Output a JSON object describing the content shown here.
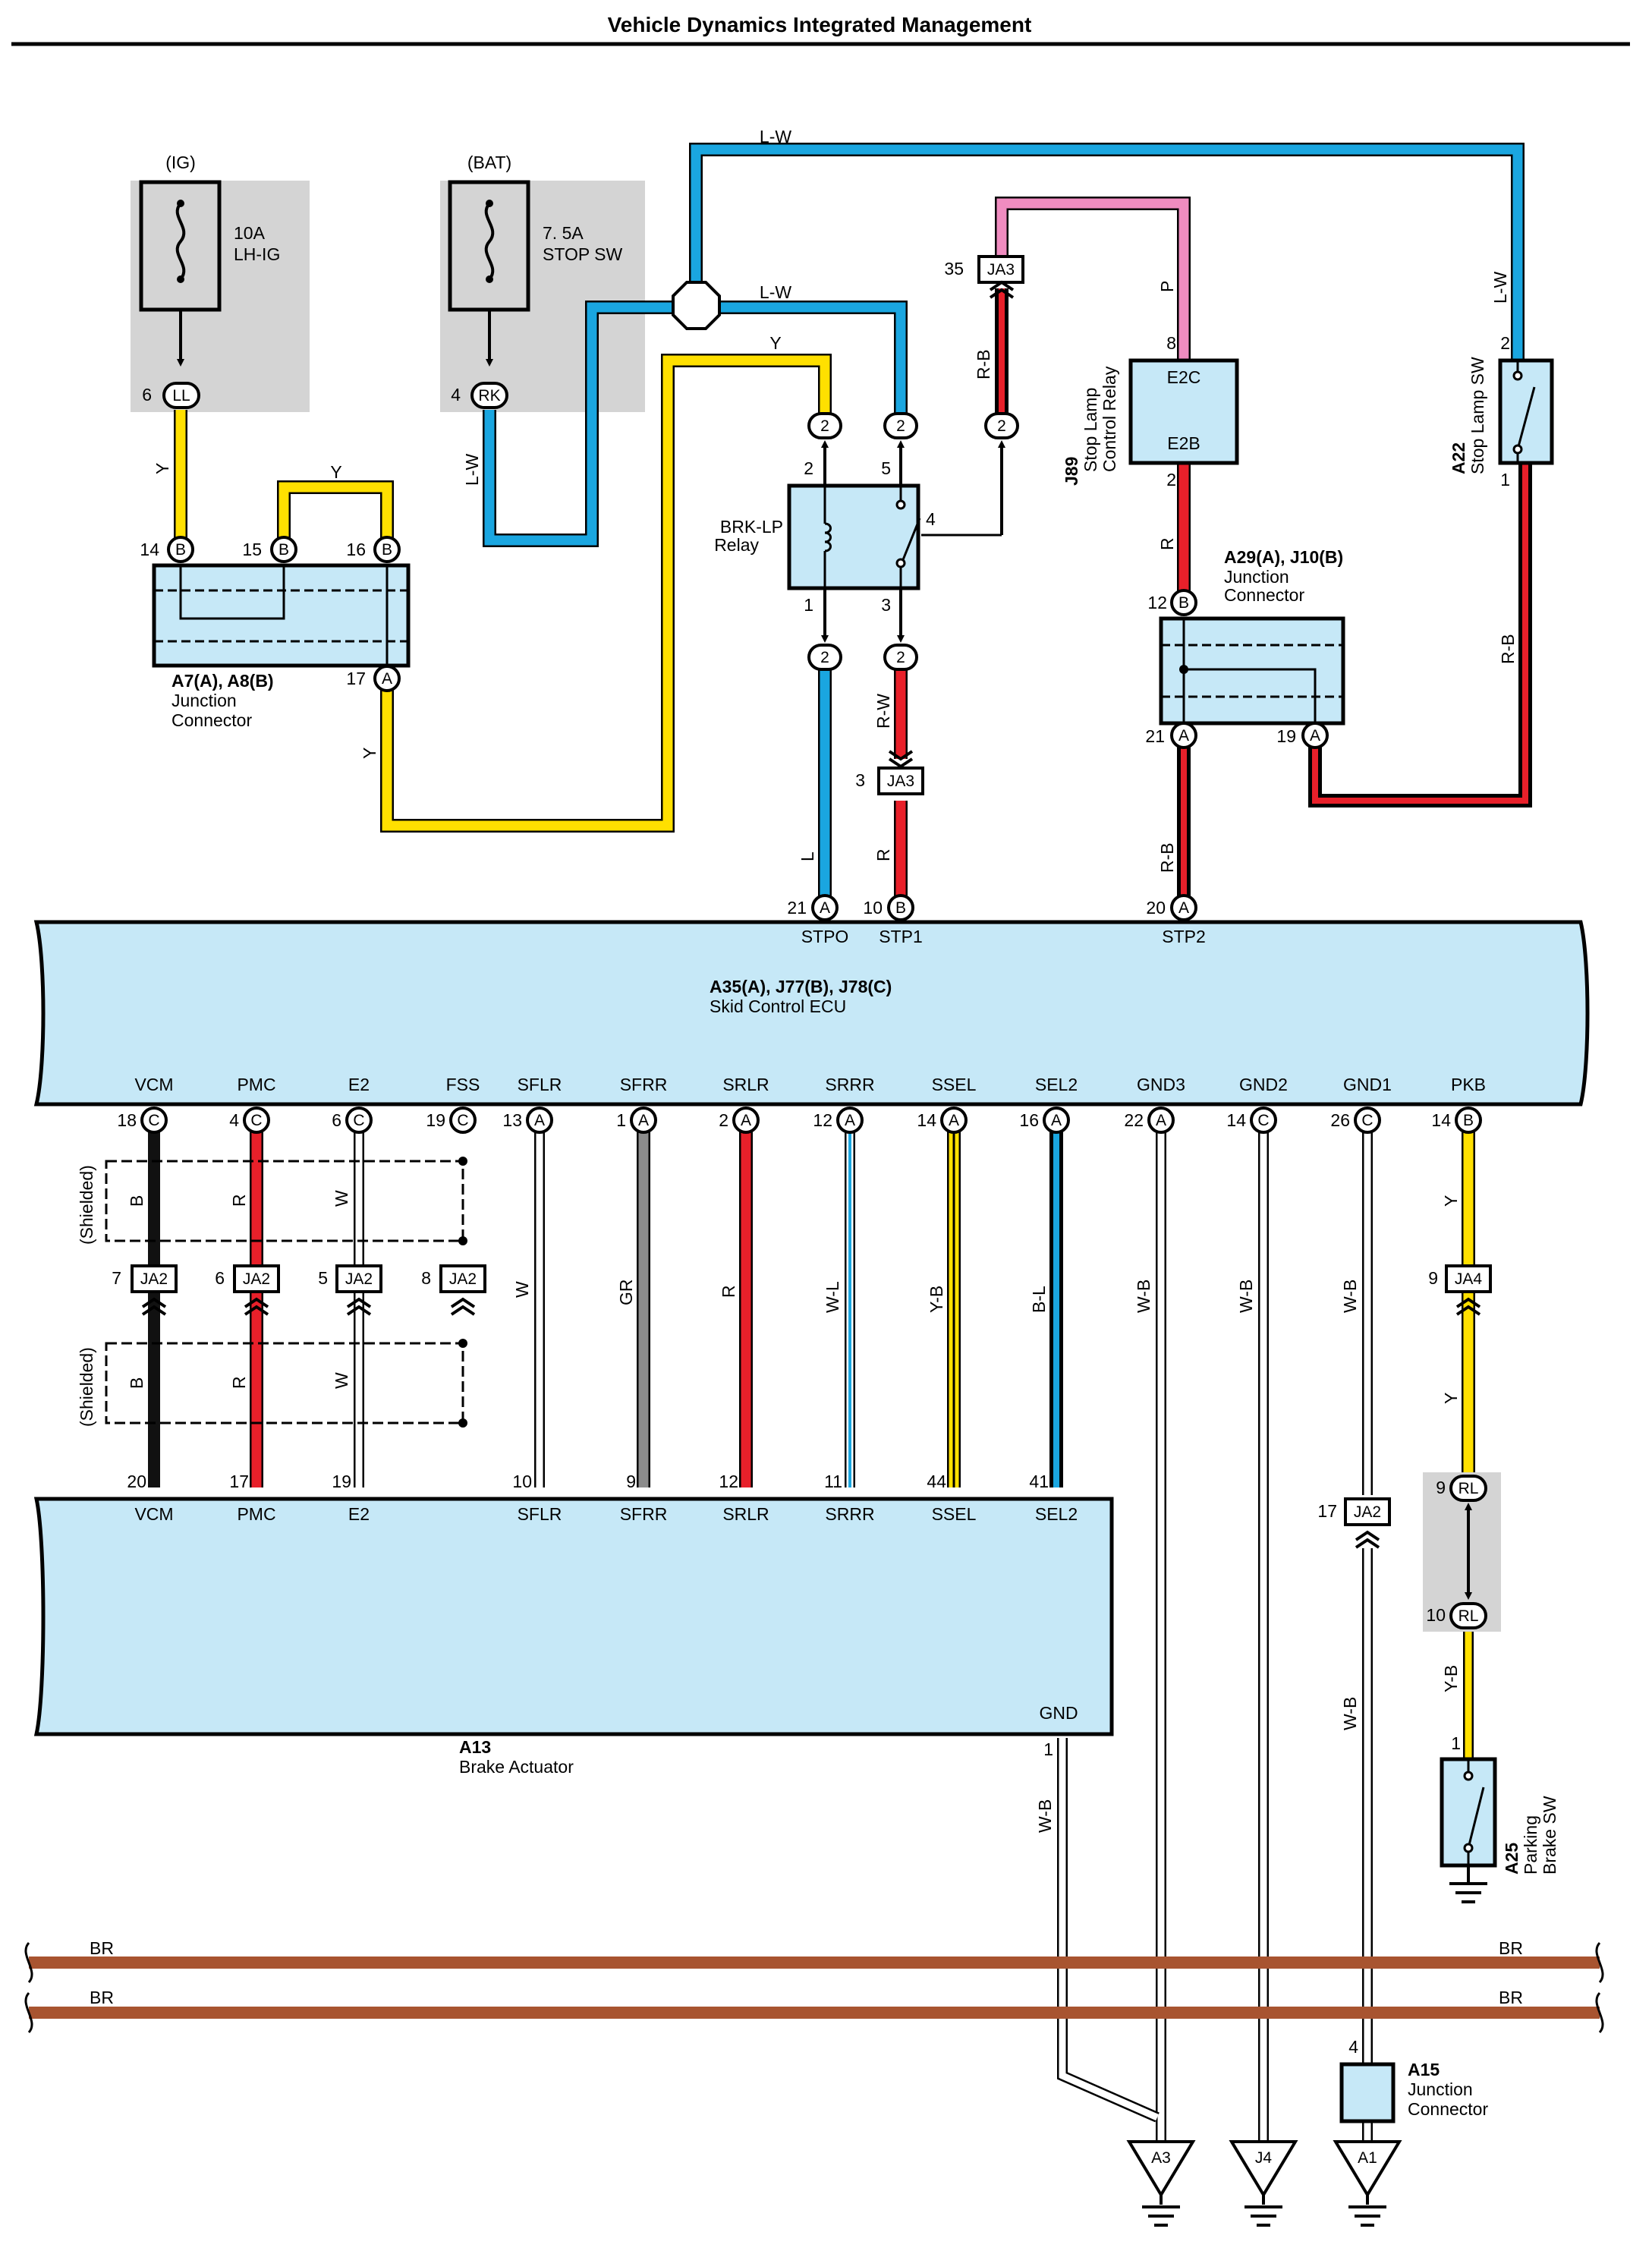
{
  "title": "Vehicle Dynamics Integrated Management",
  "colors": {
    "yellow": "#ffe000",
    "blue": "#1aa6e0",
    "red": "#e8202a",
    "pink": "#f08cc0",
    "black": "#111111",
    "gray": "#8c8c8c",
    "brown": "#a85430",
    "component_fill": "#c6e8f7",
    "shade": "#d4d4d4"
  },
  "fuses": [
    {
      "source": "(IG)",
      "rating": "10A",
      "name": "LH-IG",
      "connector": "LL",
      "pin": "6"
    },
    {
      "source": "(BAT)",
      "rating": "7. 5A",
      "name": "STOP SW",
      "connector": "RK",
      "pin": "4"
    }
  ],
  "junction_a7": {
    "id": "A7(A), A8(B)",
    "name1": "Junction",
    "name2": "Connector",
    "pins": [
      {
        "pin": "14",
        "cav": "B"
      },
      {
        "pin": "15",
        "cav": "B"
      },
      {
        "pin": "16",
        "cav": "B"
      },
      {
        "pin": "17",
        "cav": "A"
      }
    ]
  },
  "relay_brk": {
    "name1": "BRK-LP",
    "name2": "Relay",
    "pins": [
      "2",
      "5",
      "4",
      "1",
      "3"
    ],
    "connector_cav": "2"
  },
  "stop_lamp_relay": {
    "id": "J89",
    "name1": "Stop Lamp",
    "name2": "Control Relay",
    "terminals": [
      "E2C",
      "E2B"
    ],
    "pins": [
      "8",
      "2"
    ]
  },
  "stop_lamp_sw": {
    "id": "A22",
    "name": "Stop Lamp SW",
    "pins": [
      "2",
      "1"
    ]
  },
  "junction_a29": {
    "id": "A29(A), J10(B)",
    "name1": "Junction",
    "name2": "Connector",
    "pins": [
      {
        "pin": "12",
        "cav": "B"
      },
      {
        "pin": "21",
        "cav": "A"
      },
      {
        "pin": "19",
        "cav": "A"
      }
    ]
  },
  "connector_ja3": {
    "name": "JA3",
    "pins": [
      "35",
      "3"
    ]
  },
  "wire_labels": {
    "lw": "L-W",
    "y": "Y",
    "p": "P",
    "rb": "R-B",
    "r": "R",
    "l": "L",
    "rw": "R-W",
    "b": "B",
    "w": "W",
    "gr": "GR",
    "wl": "W-L",
    "yb": "Y-B",
    "bl": "B-L",
    "wb": "W-B",
    "br": "BR"
  },
  "ecu": {
    "id": "A35(A), J77(B), J78(C)",
    "name": "Skid Control ECU",
    "top_pins": [
      {
        "pin": "21",
        "cav": "A",
        "name": "STPO"
      },
      {
        "pin": "10",
        "cav": "B",
        "name": "STP1"
      },
      {
        "pin": "20",
        "cav": "A",
        "name": "STP2"
      }
    ],
    "bottom_pins": [
      {
        "name": "VCM",
        "pin": "18",
        "cav": "C"
      },
      {
        "name": "PMC",
        "pin": "4",
        "cav": "C"
      },
      {
        "name": "E2",
        "pin": "6",
        "cav": "C"
      },
      {
        "name": "FSS",
        "pin": "19",
        "cav": "C"
      },
      {
        "name": "SFLR",
        "pin": "13",
        "cav": "A"
      },
      {
        "name": "SFRR",
        "pin": "1",
        "cav": "A"
      },
      {
        "name": "SRLR",
        "pin": "2",
        "cav": "A"
      },
      {
        "name": "SRRR",
        "pin": "12",
        "cav": "A"
      },
      {
        "name": "SSEL",
        "pin": "14",
        "cav": "A"
      },
      {
        "name": "SEL2",
        "pin": "16",
        "cav": "A"
      },
      {
        "name": "GND3",
        "pin": "22",
        "cav": "A"
      },
      {
        "name": "GND2",
        "pin": "14",
        "cav": "C"
      },
      {
        "name": "GND1",
        "pin": "26",
        "cav": "C"
      },
      {
        "name": "PKB",
        "pin": "14",
        "cav": "B"
      }
    ]
  },
  "shielded_label": "(Shielded)",
  "ja2": {
    "name": "JA2",
    "pins": [
      "7",
      "6",
      "5",
      "8"
    ]
  },
  "ja4": {
    "name": "JA4",
    "pin": "9"
  },
  "actuator": {
    "id": "A13",
    "name": "Brake Actuator",
    "pins": [
      {
        "name": "VCM",
        "pin": "20"
      },
      {
        "name": "PMC",
        "pin": "17"
      },
      {
        "name": "E2",
        "pin": "19"
      },
      {
        "name": "SFLR",
        "pin": "10"
      },
      {
        "name": "SFRR",
        "pin": "9"
      },
      {
        "name": "SRLR",
        "pin": "12"
      },
      {
        "name": "SRRR",
        "pin": "11"
      },
      {
        "name": "SSEL",
        "pin": "44"
      },
      {
        "name": "SEL2",
        "pin": "41"
      }
    ],
    "gnd_name": "GND",
    "gnd_pin": "1"
  },
  "ja2_gnd1": {
    "name": "JA2",
    "pin": "17"
  },
  "rl_connector": {
    "name": "RL",
    "pins": [
      "9",
      "10"
    ]
  },
  "parking_sw": {
    "id": "A25",
    "name1": "Parking",
    "name2": "Brake SW",
    "pin": "1"
  },
  "a15": {
    "id": "A15",
    "name1": "Junction",
    "name2": "Connector",
    "pin": "4"
  },
  "grounds": [
    "A3",
    "J4",
    "A1"
  ]
}
